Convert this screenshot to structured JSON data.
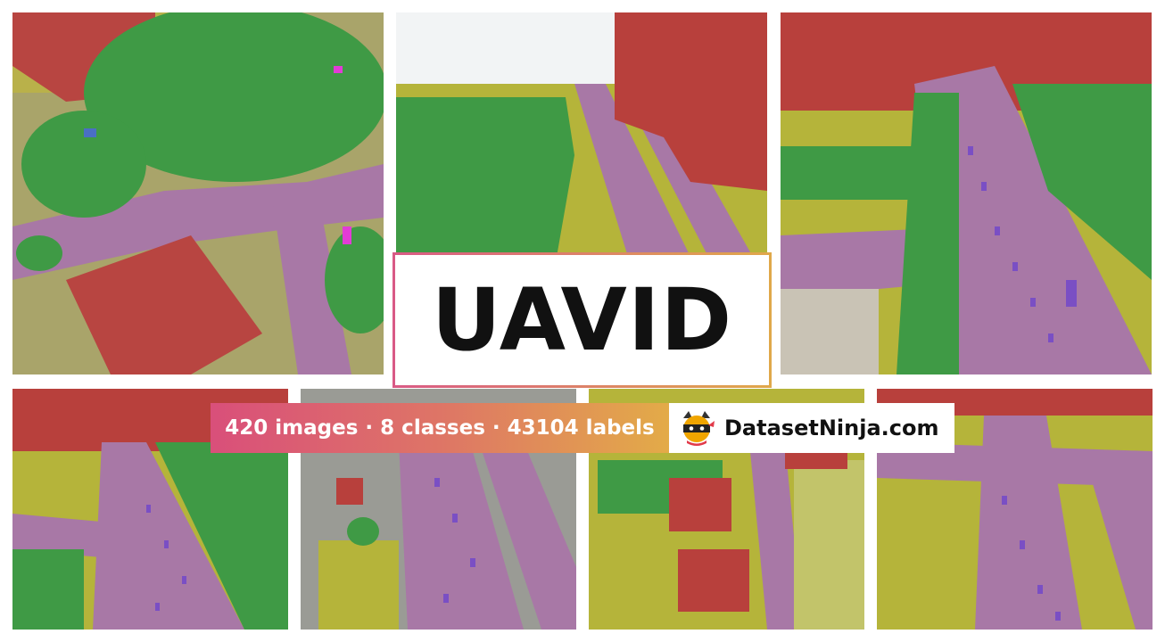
{
  "title": "UAVID",
  "stats": {
    "images": "420 images",
    "sep1": " · ",
    "classes": "8 classes",
    "sep2": " · ",
    "labels": "43104 labels"
  },
  "brand": {
    "name": "DatasetNinja.com",
    "logo_icon": "ninja-cat-icon"
  },
  "colors": {
    "building": "#b8403c",
    "tree": "#3f9a45",
    "low_vegetation": "#b5b43a",
    "road": "#a877a6",
    "car": "#7a4fc4",
    "human": "#e23bd6",
    "accent_gradient_start": "#d94f7a",
    "accent_gradient_end": "#e3ab48"
  }
}
